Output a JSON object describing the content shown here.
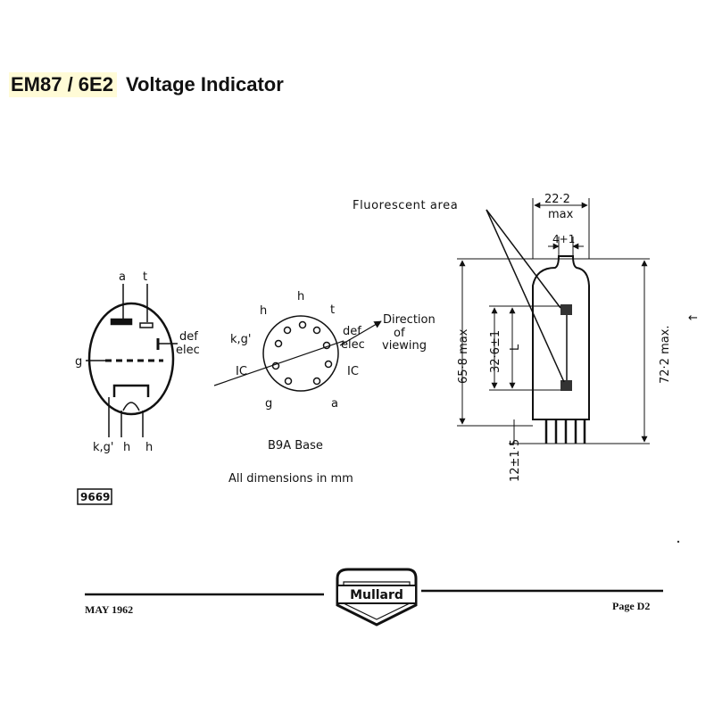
{
  "title": {
    "part": "EM87 / 6E2",
    "description": "Voltage Indicator"
  },
  "symbol": {
    "label_a": "a",
    "label_t": "t",
    "label_g": "g",
    "label_def": "def",
    "label_elec": "elec",
    "label_kg": "k,g'",
    "label_h1": "h",
    "label_h2": "h"
  },
  "base": {
    "label_h_left": "h",
    "label_h_top": "h",
    "label_t": "t",
    "label_kg": "k,g'",
    "label_def": "def",
    "label_elec": "elec",
    "label_ic_left": "IC",
    "label_ic_right": "IC",
    "label_g": "g",
    "label_a": "a",
    "caption": "B9A Base",
    "direction_1": "Direction",
    "direction_2": "of",
    "direction_3": "viewing"
  },
  "outline": {
    "fluorescent_area": "Fluorescent area",
    "width_value": "22·2",
    "width_note": "max",
    "pin_spacing": "4+1",
    "length_body": "65·8 max",
    "length_area": "32·6±1",
    "length_L": "L",
    "length_total": "72·2 max.",
    "length_pins": "12±1·5",
    "arrow": "←"
  },
  "note": "All dimensions in mm",
  "ref_number": "9669",
  "footer": {
    "date": "MAY 1962",
    "brand": "Mullard",
    "page": "Page D2"
  }
}
